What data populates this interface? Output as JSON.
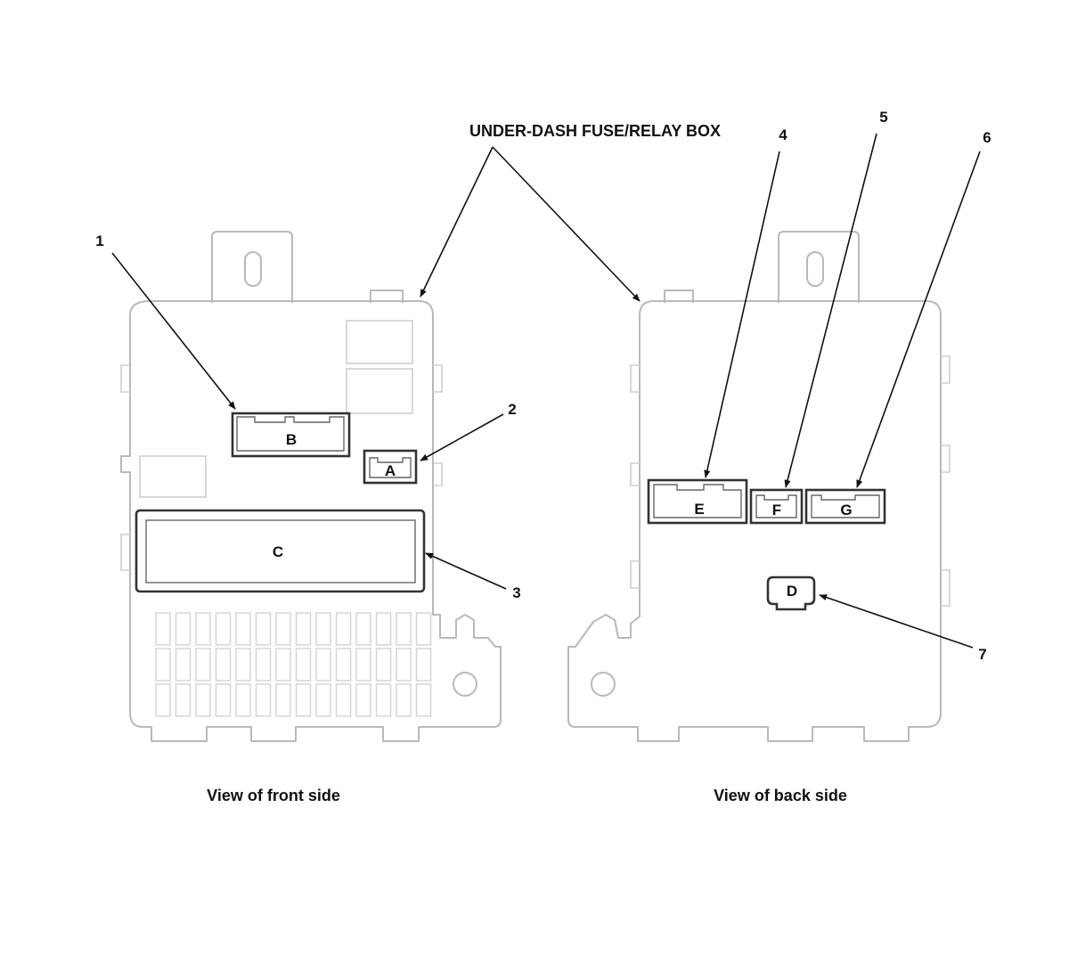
{
  "title": "UNDER-DASH FUSE/RELAY BOX",
  "captions": {
    "front": "View of front side",
    "back": "View of back side"
  },
  "connectors": {
    "A": "A",
    "B": "B",
    "C": "C",
    "D": "D",
    "E": "E",
    "F": "F",
    "G": "G"
  },
  "callouts": [
    "1",
    "2",
    "3",
    "4",
    "5",
    "6",
    "7"
  ]
}
